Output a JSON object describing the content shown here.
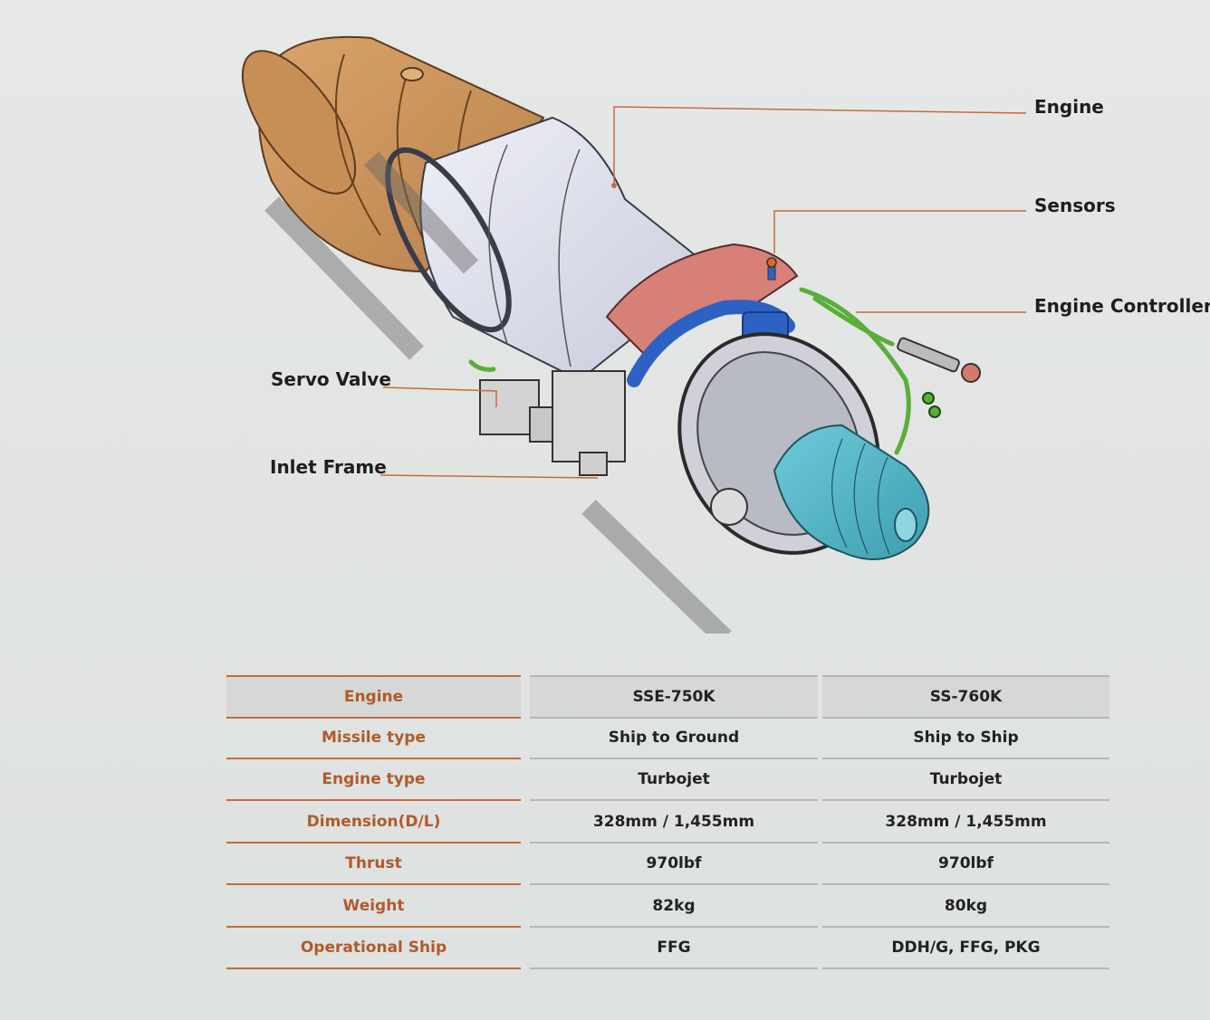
{
  "diagram": {
    "callouts": {
      "engine": "Engine",
      "sensors": "Sensors",
      "engine_controller": "Engine Controller",
      "servo_valve": "Servo Valve",
      "inlet_frame": "Inlet Frame"
    },
    "colors": {
      "nozzle": "#c9915a",
      "casing": "#dadcec",
      "heat_band": "#d68078",
      "fuel_lines": "#2d62c4",
      "harness": "#5aae3a",
      "inlet_cone": "#4fb6c6",
      "leader_line": "#c96a38"
    }
  },
  "table": {
    "header": {
      "label": "Engine",
      "col1": "SSE-750K",
      "col2": "SS-760K"
    },
    "rows": [
      {
        "label": "Missile type",
        "col1": "Ship to Ground",
        "col2": "Ship to Ship"
      },
      {
        "label": "Engine type",
        "col1": "Turbojet",
        "col2": "Turbojet"
      },
      {
        "label": "Dimension(D/L)",
        "col1": "328mm / 1,455mm",
        "col2": "328mm / 1,455mm"
      },
      {
        "label": "Thrust",
        "col1": "970lbf",
        "col2": "970lbf"
      },
      {
        "label": "Weight",
        "col1": "82kg",
        "col2": "80kg"
      },
      {
        "label": "Operational Ship",
        "col1": "FFG",
        "col2": "DDH/G, FFG, PKG"
      }
    ],
    "colors": {
      "label_text": "#b25a2b",
      "label_rule": "#c96a38",
      "value_rule": "#b4b8b6",
      "header_band": "#d5d8d6"
    }
  }
}
